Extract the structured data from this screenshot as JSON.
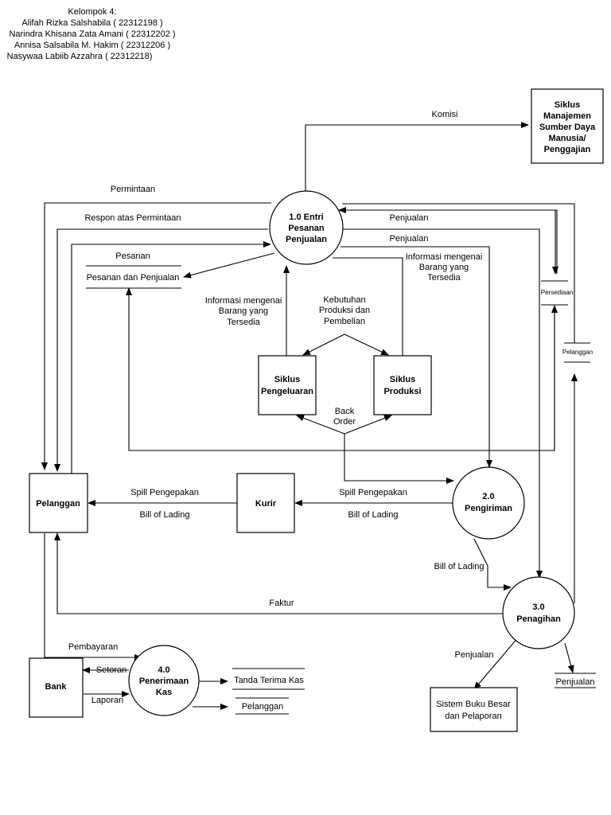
{
  "header": {
    "lines": [
      "Kelompok 4:",
      "Alifah Rizka Salshabila ( 22312198 )",
      "Narindra Khisana Zata Amani  ( 22312202 )",
      "Annisa Salsabila M. Hakim ( 22312206 )",
      "Nasywaa Labiib Azzahra ( 22312218)"
    ]
  },
  "processes": {
    "p1": [
      "1.0 Entri",
      "Pesanan",
      "Penjualan"
    ],
    "p2": [
      "2.0",
      "Pengiriman"
    ],
    "p3": [
      "3.0",
      "Penagihan"
    ],
    "p4": [
      "4.0",
      "Penerimaan",
      "Kas"
    ]
  },
  "entities": {
    "sdm": [
      "Siklus",
      "Manajemen",
      "Sumber Daya",
      "Manusia/",
      "Penggajian"
    ],
    "pengeluaran": [
      "Siklus",
      "Pengeluaran"
    ],
    "produksi": [
      "Siklus",
      "Produksi"
    ],
    "pelanggan": "Pelanggan",
    "kurir": "Kurir",
    "bank": "Bank",
    "buku_besar": [
      "Sistem Buku Besar",
      "dan Pelaporan"
    ]
  },
  "stores": {
    "pesanan": "Pesanan dan Penjualan",
    "persediaan": "Persediaan",
    "pelanggan": "Pelanggan",
    "tanda_terima": "Tanda Terima Kas",
    "pelanggan_kas": "Pelanggan",
    "penjualan": "Penjualan"
  },
  "flows": {
    "komisi": "Komisi",
    "permintaan": "Permintaan",
    "respon": "Respon atas Permintaan",
    "pesanan": "Pesanan",
    "penjualan_a": "Penjualan",
    "penjualan_b": "Penjualan",
    "info_kanan": [
      "Informasi mengenai",
      "Barang yang",
      "Tersedia"
    ],
    "info_kiri": [
      "Informasi mengenai",
      "Barang yang",
      "Tersedia"
    ],
    "kebutuhan": [
      "Kebutuhan",
      "Produksi dan",
      "Pembelian"
    ],
    "back_order": [
      "Back",
      "Order"
    ],
    "spill_kiri": "Spill Pengepakan",
    "bill_kiri": "Bill of Lading",
    "spill_kanan": "Spill Pengepakan",
    "bill_kanan": "Bill of Lading",
    "bill_bawah": "Bill of Lading",
    "faktur": "Faktur",
    "pembayaran": "Pembayaran",
    "setoran": "Setoran",
    "laporan": "Laporan",
    "penjualan_bawah": "Penjualan"
  }
}
